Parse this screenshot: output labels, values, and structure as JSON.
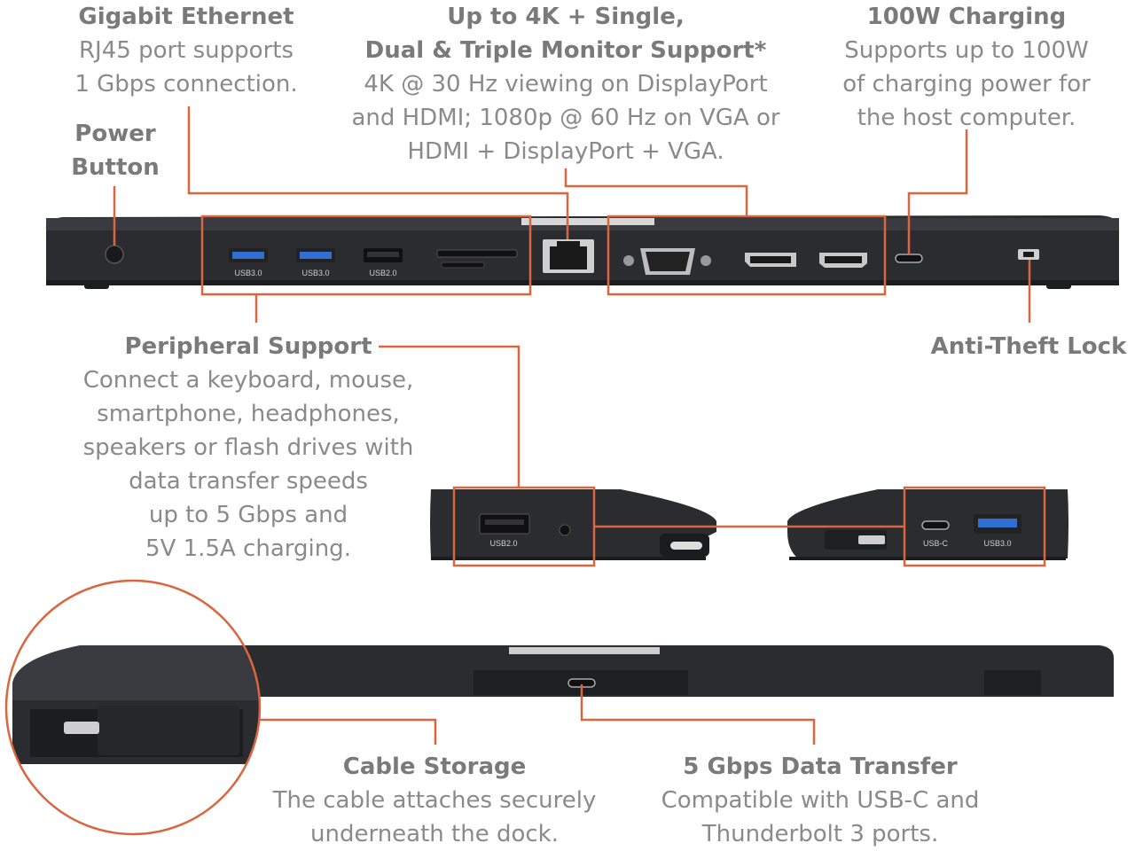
{
  "callouts": {
    "gigabit": {
      "title": "Gigabit Ethernet",
      "desc": "RJ45 port supports\n1 Gbps connection."
    },
    "monitor": {
      "title": "Up to 4K + Single,\nDual & Triple Monitor Support*",
      "desc": "4K @ 30 Hz viewing on DisplayPort\nand HDMI; 1080p @ 60 Hz on VGA or\nHDMI + DisplayPort + VGA."
    },
    "charging": {
      "title": "100W Charging",
      "desc": "Supports up to 100W\nof charging power for\nthe host computer."
    },
    "power": {
      "title": "Power\nButton"
    },
    "peripheral": {
      "title": "Peripheral Support",
      "desc": "Connect a keyboard, mouse,\nsmartphone, headphones,\nspeakers or flash drives with\ndata transfer speeds\nup to 5 Gbps and\n5V 1.5A charging."
    },
    "antitheft": {
      "title": "Anti-Theft Lock"
    },
    "cable": {
      "title": "Cable Storage",
      "desc": "The cable attaches securely\nunderneath the dock."
    },
    "transfer": {
      "title": "5 Gbps Data Transfer",
      "desc": "Compatible with USB-C and\nThunderbolt 3 ports."
    }
  },
  "port_labels": {
    "usb3_a": "USB3.0",
    "usb3_b": "USB3.0",
    "usb2_front": "USB2.0",
    "usb2_side": "USB2.0",
    "usbc_side": "USB-C",
    "usb3_side": "USB3.0"
  },
  "colors": {
    "accent": "#d9663f",
    "device": "#2b2c30",
    "usb3_blue": "#2f6fd1",
    "text": "#808080"
  },
  "icons": [
    "power-button-icon",
    "rj45-port-icon",
    "vga-port-icon",
    "displayport-icon",
    "hdmi-port-icon",
    "usb-c-port-icon",
    "lock-slot-icon",
    "audio-jack-icon",
    "sd-card-slot-icon"
  ]
}
